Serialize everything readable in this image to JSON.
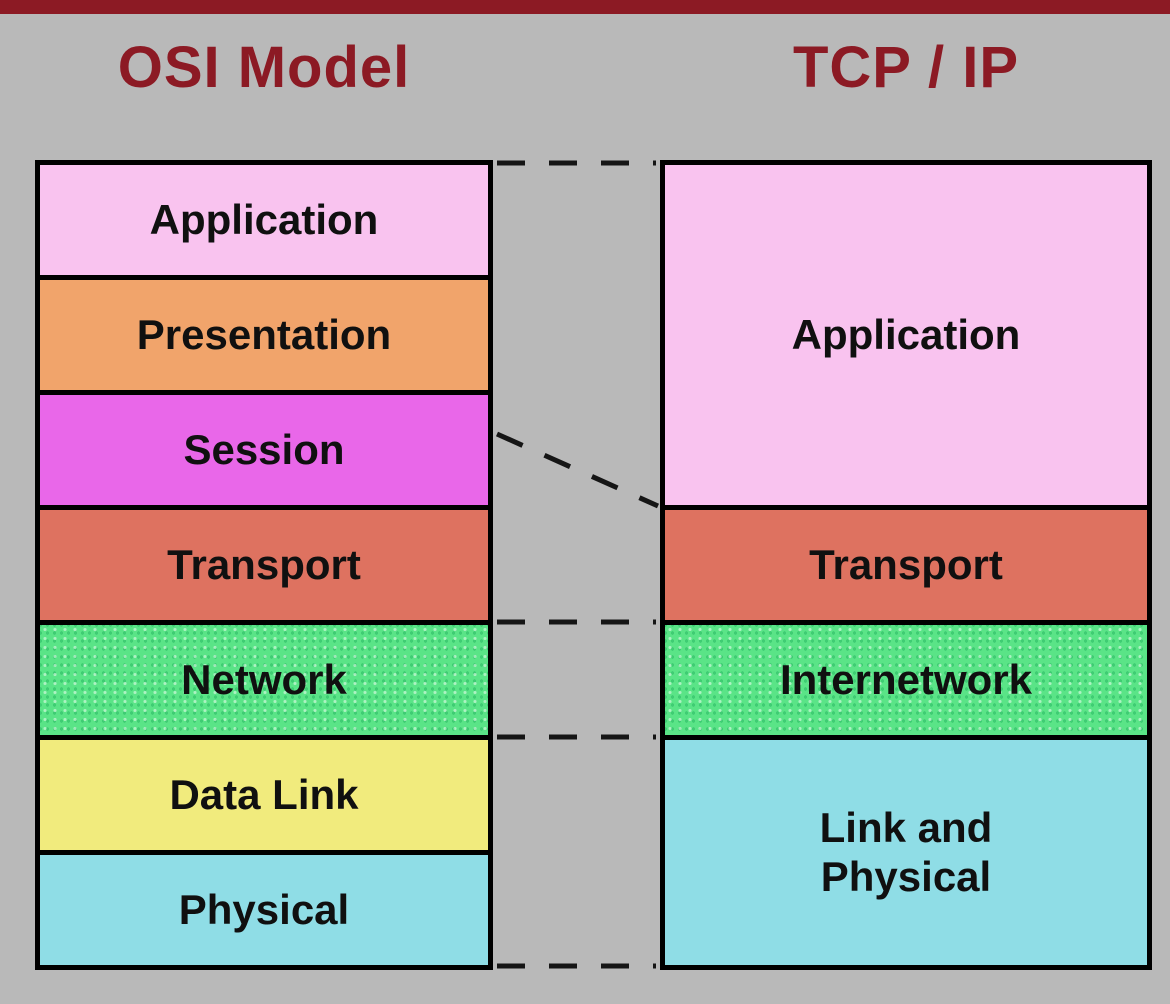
{
  "page": {
    "background": "#b9b9b9",
    "top_bar_color": "#8c1a24",
    "title_color": "#8c1a24",
    "border_color": "#000000"
  },
  "osi": {
    "title": "OSI Model",
    "layers": [
      {
        "label": "Application",
        "color": "#f9c3ef"
      },
      {
        "label": "Presentation",
        "color": "#f1a46b"
      },
      {
        "label": "Session",
        "color": "#e967e9"
      },
      {
        "label": "Transport",
        "color": "#de7260"
      },
      {
        "label": "Network",
        "color": "#5ae487"
      },
      {
        "label": "Data Link",
        "color": "#f1eb7d"
      },
      {
        "label": "Physical",
        "color": "#8fdde6"
      }
    ]
  },
  "tcpip": {
    "title": "TCP / IP",
    "layers": [
      {
        "label": "Application",
        "color": "#f9c3ef"
      },
      {
        "label": "Transport",
        "color": "#de7260"
      },
      {
        "label": "Internetwork",
        "color": "#5ae487"
      },
      {
        "label": "Link and\nPhysical",
        "color": "#8fdde6"
      }
    ]
  }
}
